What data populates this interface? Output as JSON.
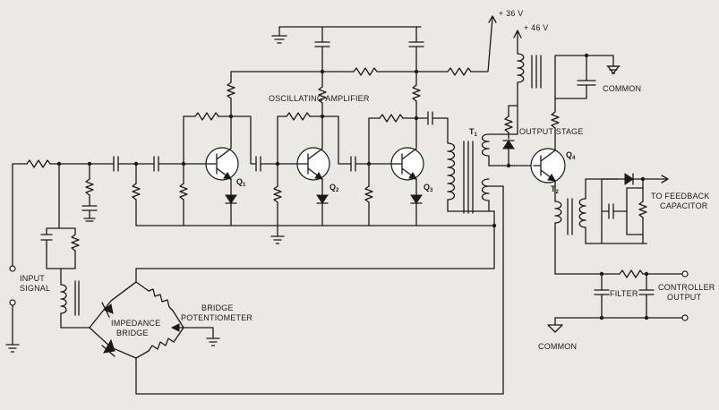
{
  "labels": {
    "input_signal": [
      "INPUT",
      "SIGNAL"
    ],
    "supply_36": "+ 36 V",
    "supply_46": "+ 46 V",
    "oscillating_amplifier": "OSCILLATING  AMPLIFIER",
    "transistors": [
      {
        "letter": "Q",
        "sub": "1"
      },
      {
        "letter": "Q",
        "sub": "2"
      },
      {
        "letter": "Q",
        "sub": "3"
      },
      {
        "letter": "Q",
        "sub": "4"
      }
    ],
    "transformers": [
      {
        "letter": "T",
        "sub": "1"
      },
      {
        "letter": "T",
        "sub": "2"
      }
    ],
    "output_stage": "OUTPUT  STAGE",
    "common_top": "COMMON",
    "common_bottom": "COMMON",
    "feedback": [
      "TO FEEDBACK",
      "CAPACITOR"
    ],
    "controller_output": [
      "CONTROLLER",
      "OUTPUT"
    ],
    "filter": "FILTER",
    "bridge_pot": [
      "BRIDGE",
      "POTENTIOMETER"
    ],
    "impedance_bridge": [
      "IMPEDANCE",
      "BRIDGE"
    ]
  },
  "colors": {
    "ink": "#1a1a1a",
    "paper": "#ebe9e5"
  }
}
